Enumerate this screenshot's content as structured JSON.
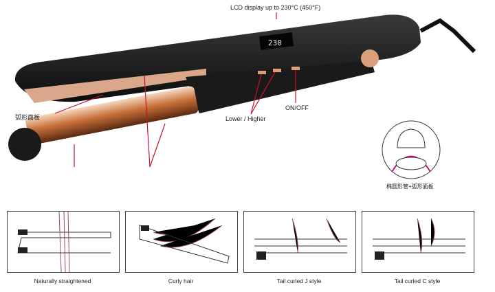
{
  "callouts": {
    "lcd": "LCD display  up to 230°C (450°F)",
    "curved_plate": "弧形面板",
    "lower_higher": "Lower / Higher",
    "on_off": "ON/OFF",
    "lcd_readout": "230",
    "cross_section": "椭圆形管+弧形面板"
  },
  "styles": [
    {
      "caption": "Naturally straightened"
    },
    {
      "caption": "Curly hair"
    },
    {
      "caption": "Tail curled J style"
    },
    {
      "caption": "Tail curled C style"
    }
  ],
  "colors": {
    "accent": "#c8102e",
    "rose_gold": "#d9a07a",
    "body": "#1b1b1b",
    "hair": "#9a4a6a"
  }
}
